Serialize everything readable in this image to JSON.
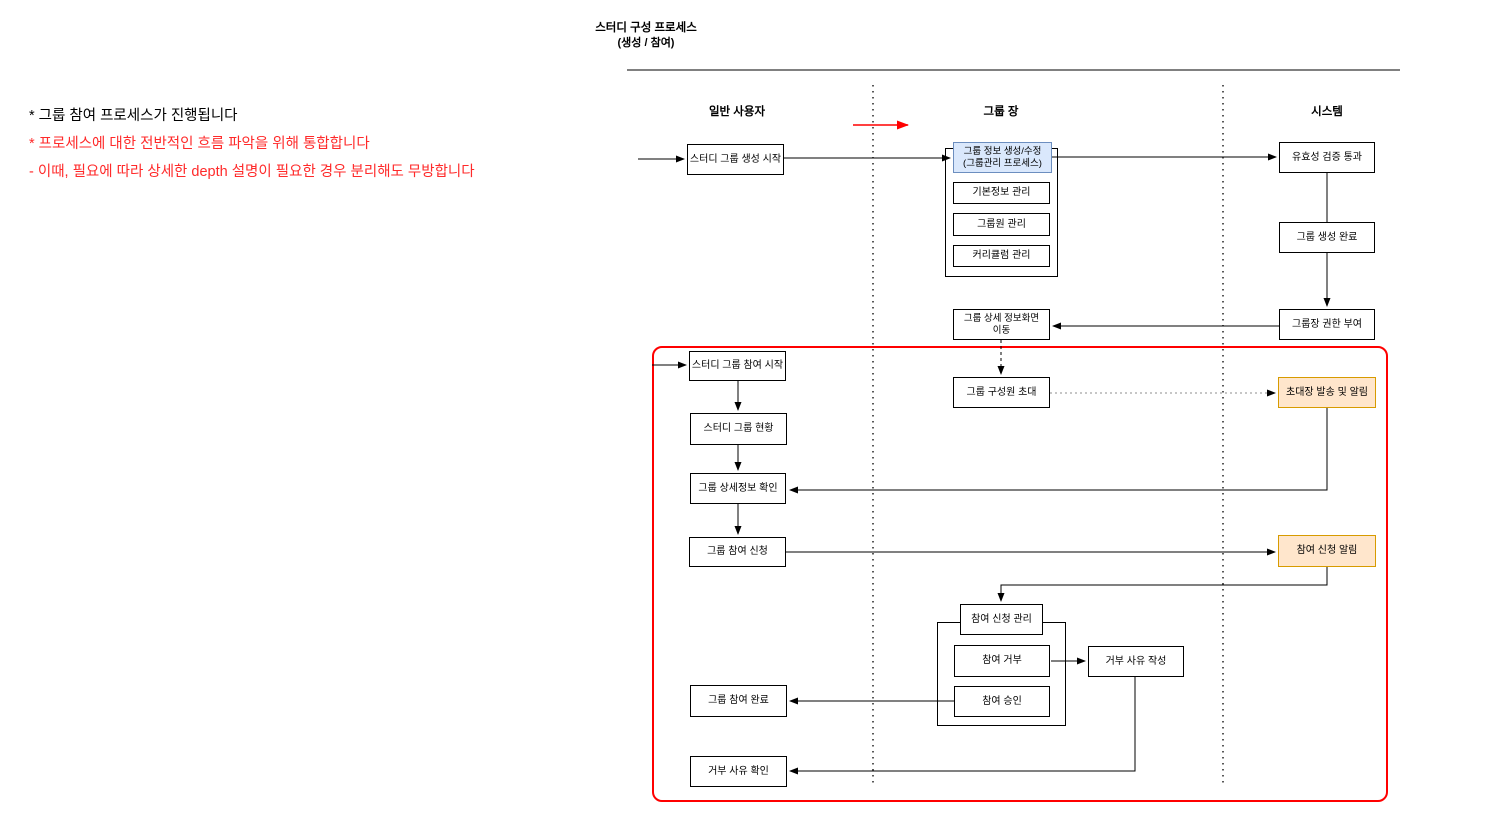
{
  "title": {
    "line1": "스터디 구성 프로세스",
    "line2": "(생성 / 참여)"
  },
  "notes": [
    "* 그룹 참여 프로세스가 진행됩니다",
    "* 프로세스에 대한 전반적인 흐름 파악을 위해 통합합니다",
    "- 이때, 필요에 따라 상세한 depth 설명이 필요한 경우 분리해도 무방합니다"
  ],
  "lanes": [
    {
      "label": "일반 사용자"
    },
    {
      "label": "그룹 장"
    },
    {
      "label": "시스템"
    }
  ],
  "nodes": {
    "create_start": "스터디 그룹 생성 시작",
    "group_info_line1": "그룹 정보 생성/수정",
    "group_info_line2": "(그룹관리 프로세스)",
    "basic_info_mgmt": "기본정보 관리",
    "member_mgmt": "그룹원 관리",
    "curriculum_mgmt": "커리큘럼 관리",
    "validation_pass": "유효성 검증 통과",
    "create_done": "그룹 생성 완료",
    "grant_leader_role": "그룹장 권한 부여",
    "detail_screen_line1": "그룹 상세 정보화면",
    "detail_screen_line2": "이동",
    "invite_members": "그룹 구성원 초대",
    "invite_send_notify": "초대장 발송 및 알림",
    "join_start": "스터디 그룹 참여 시작",
    "group_status": "스터디 그룹 현황",
    "detail_check": "그룹 상세정보 확인",
    "join_request": "그룹 참여 신청",
    "join_request_notify": "참여 신청 알림",
    "join_request_mgmt": "참여 신청 관리",
    "join_reject": "참여 거부",
    "reject_reason_write": "거부 사유 작성",
    "join_approve": "참여 승인",
    "join_done": "그룹 참여 완료",
    "reject_reason_check": "거부 사유 확인"
  },
  "colors": {
    "red_frame": "#ff0000",
    "red_note": "#ff2a2a",
    "red_arrow": "#ff0000",
    "blue_fill": "#dae8fc",
    "blue_border": "#6c8ebf",
    "orange_fill": "#ffe6cc",
    "orange_border": "#d79b00",
    "box_border": "#000000",
    "dotted_connector_gray": "#8c8c8c"
  }
}
